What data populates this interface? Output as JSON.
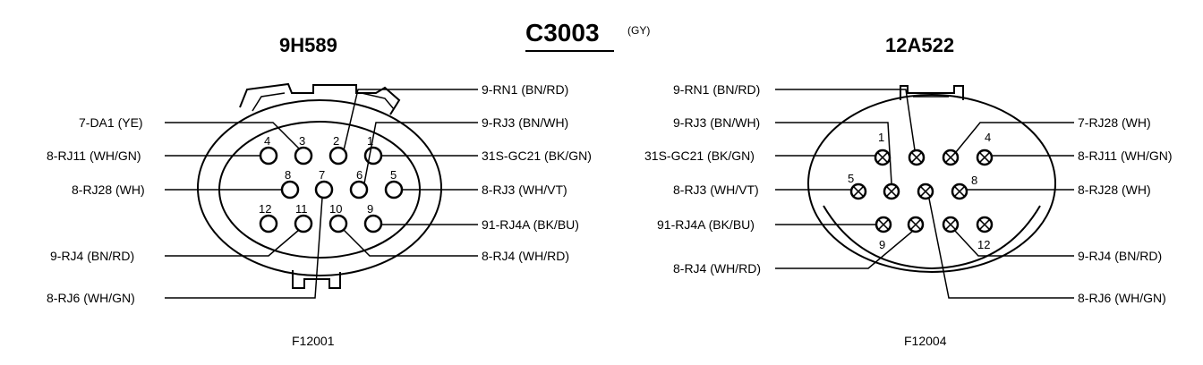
{
  "header": {
    "connector_id": "C3003",
    "color_code": "(GY)"
  },
  "left_connector": {
    "part_number": "9H589",
    "figure_id": "F12001",
    "labels": {
      "rn1": "9-RN1 (BN/RD)",
      "da1": "7-DA1 (YE)",
      "rj3_bn": "9-RJ3 (BN/WH)",
      "rj11": "8-RJ11 (WH/GN)",
      "gc21": "31S-GC21 (BK/GN)",
      "rj28": "8-RJ28 (WH)",
      "rj3_wh": "8-RJ3 (WH/VT)",
      "rj4a": "91-RJ4A (BK/BU)",
      "rj4_bn": "9-RJ4 (BN/RD)",
      "rj4_wh": "8-RJ4 (WH/RD)",
      "rj6": "8-RJ6 (WH/GN)"
    },
    "pin_numbers": {
      "p1": "1",
      "p2": "2",
      "p3": "3",
      "p4": "4",
      "p5": "5",
      "p6": "6",
      "p7": "7",
      "p8": "8",
      "p9": "9",
      "p10": "10",
      "p11": "11",
      "p12": "12"
    }
  },
  "right_connector": {
    "part_number": "12A522",
    "figure_id": "F12004",
    "labels": {
      "rn1": "9-RN1 (BN/RD)",
      "rj3_bn": "9-RJ3 (BN/WH)",
      "gc21": "31S-GC21 (BK/GN)",
      "rj3_wh": "8-RJ3 (WH/VT)",
      "rj4a": "91-RJ4A (BK/BU)",
      "rj4_wh": "8-RJ4 (WH/RD)",
      "rj28": "7-RJ28 (WH)",
      "rj11": "8-RJ11 (WH/GN)",
      "rj28b": "8-RJ28 (WH)",
      "rj4_bn": "9-RJ4 (BN/RD)",
      "rj6": "8-RJ6 (WH/GN)"
    },
    "pin_numbers": {
      "p1": "1",
      "p4": "4",
      "p5": "5",
      "p8": "8",
      "p9": "9",
      "p12": "12"
    }
  }
}
